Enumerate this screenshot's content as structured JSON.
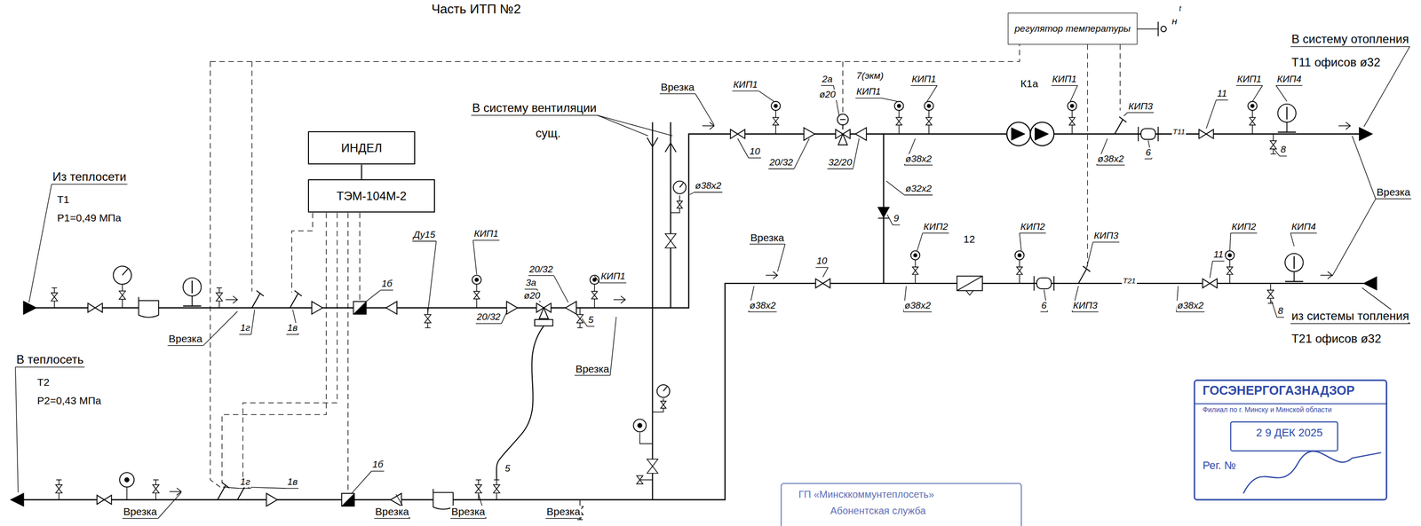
{
  "diagram": {
    "title": "Часть ИТП №2",
    "nodes": [
      {
        "text": [
          "ИНДЕЛ"
        ]
      },
      {
        "text": [
          "ТЭМ-104М-2"
        ]
      },
      {
        "text": [
          "регулятор температуры"
        ]
      }
    ],
    "edges": [
      {
        "from": 0,
        "to": 1,
        "arrow": "none"
      }
    ],
    "labels": [
      "Из теплосети",
      "Т1",
      "P1=0,49 МПа",
      "В теплосеть",
      "Т2",
      "P2=0,43 МПа",
      "Врезка",
      "1г",
      "1в",
      "1б",
      "Ду15",
      "КИП1",
      "20/32",
      "3а",
      "ø20",
      "КИП1",
      "20/32",
      "5",
      "Врезка",
      "В систему вентиляции",
      "сущ.",
      "ø38x2",
      "Врезка",
      "КИП1",
      "10",
      "20/32",
      "2а",
      "ø20",
      "32/20",
      "7(экм)",
      "КИП1",
      "КИП1",
      "ø38x2",
      "К1а",
      "КИП1",
      "КИП3",
      "ø38x2",
      "6",
      "Т11",
      "11",
      "КИП1",
      "КИП4",
      "8",
      "В систему отопления",
      "Т11 офисов ø32",
      "Врезка",
      "ø32x2",
      "9",
      "Врезка",
      "10",
      "КИП2",
      "12",
      "КИП2",
      "КИП3",
      "ø38x2",
      "ø38x2",
      "6",
      "КИП3",
      "Т21",
      "11",
      "КИП2",
      "КИП4",
      "ø38x2",
      "8",
      "из системы топления",
      "Т21 офисов ø32",
      "Врезка",
      "1г",
      "1в",
      "1б",
      "Врезка",
      "Врезка",
      "5",
      "Врезка",
      "н",
      "t",
      "ГОСЭНЕРГОГАЗНАДЗОР",
      "Филиал по г. Минску и Минской области",
      "2 9 ДЕК 2025",
      "Рег. №",
      "ГП «Минсккоммунтеплосеть»",
      "Абонентская служба"
    ]
  }
}
